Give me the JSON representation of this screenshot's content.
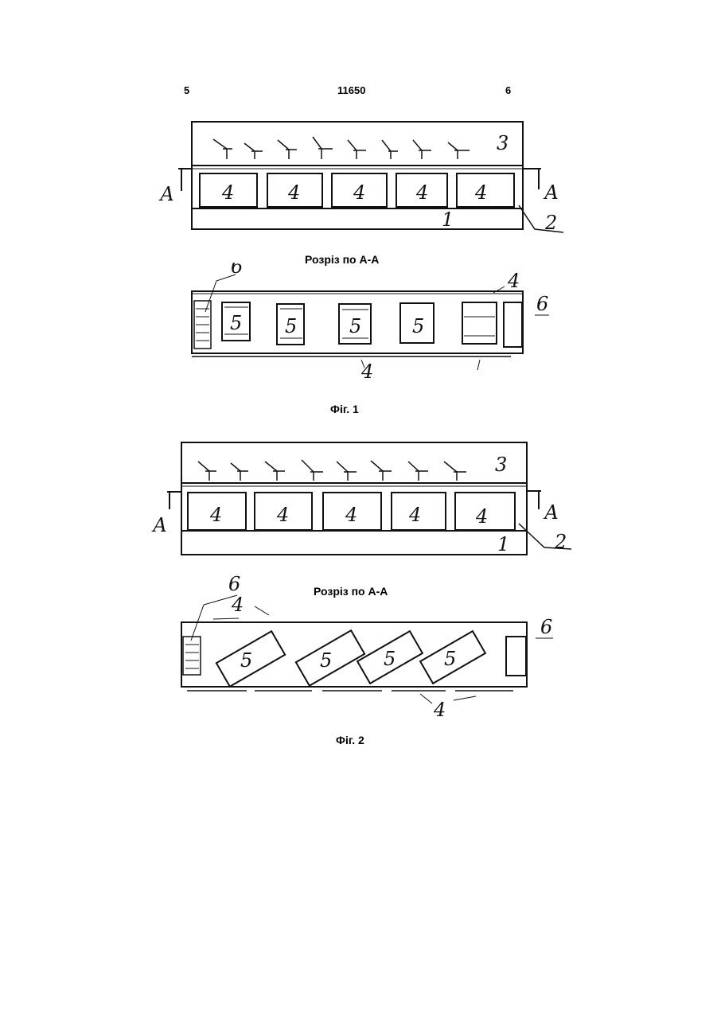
{
  "header": {
    "page_left": "5",
    "patent_number": "11650",
    "page_right": "6"
  },
  "labels": {
    "section_aa": "Розріз по А-А",
    "fig1_caption": "Фіг. 1",
    "fig2_caption": "Фіг. 2",
    "A": "А",
    "n1": "1",
    "n2": "2",
    "n3": "3",
    "n4": "4",
    "n5": "5",
    "n6": "6"
  }
}
